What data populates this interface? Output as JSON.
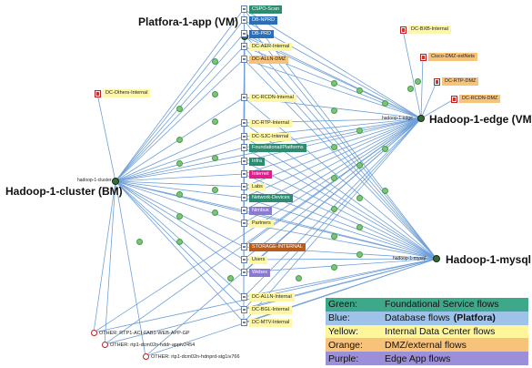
{
  "colors": {
    "edge": "#6f9fd8",
    "green_tag": "#2e8b6f",
    "blue_tag": "#2d6fb6",
    "yellow_tag": "#fff7a8",
    "orange_tag": "#f7c27a",
    "purple_tag": "#8a7ad0",
    "pink_tag": "#e0208a",
    "brown_tag": "#b85c1e"
  },
  "hubs": {
    "cluster": {
      "small": "hadoop-1-cluster",
      "big": "Hadoop-1-cluster (BM)"
    },
    "app": {
      "big": "Platfora-1-app (VM)"
    },
    "edge": {
      "small": "hadoop-1-edge",
      "big": "Hadoop-1-edge (VM)"
    },
    "mysql": {
      "small": "hadoop-1-mysql",
      "big": "Hadoop-1-mysql"
    }
  },
  "nodes": [
    {
      "label": "CSPO-Scan",
      "style": "green"
    },
    {
      "label": "DB-NPRD",
      "style": "blue"
    },
    {
      "label": "DB-PRD",
      "style": "blue"
    },
    {
      "label": "DC-AER-Internal",
      "style": "yellow"
    },
    {
      "label": "DC-ALLN-DMZ",
      "style": "orange"
    },
    {
      "label": "DC-RCDN-Internal",
      "style": "yellow"
    },
    {
      "label": "DC-RTP-Internal",
      "style": "yellow"
    },
    {
      "label": "DC-SJC-Internal",
      "style": "yellow"
    },
    {
      "label": "Foundational/Platforms",
      "style": "green"
    },
    {
      "label": "Infra",
      "style": "green"
    },
    {
      "label": "Internet",
      "style": "pink"
    },
    {
      "label": "Labs",
      "style": "yellow"
    },
    {
      "label": "Network-Devices",
      "style": "green"
    },
    {
      "label": "Nimbus",
      "style": "purple"
    },
    {
      "label": "Partners",
      "style": "yellow"
    },
    {
      "label": "STORAGE-INTERNAL",
      "style": "brown"
    },
    {
      "label": "Users",
      "style": "yellow"
    },
    {
      "label": "Webex",
      "style": "purple"
    },
    {
      "label": "DC-ALLN-Internal",
      "style": "yellow"
    },
    {
      "label": "DC-BGL-Internal",
      "style": "yellow"
    },
    {
      "label": "DC-MTV-Internal",
      "style": "yellow"
    }
  ],
  "externals": [
    {
      "label": "DC-BXB-Internal",
      "style": "yellow"
    },
    {
      "label": "Cisco-DMZ-extNets",
      "style": "orange"
    },
    {
      "label": "DC-RTP-DMZ",
      "style": "orange"
    },
    {
      "label": "DC-RCDN-DMZ",
      "style": "orange"
    },
    {
      "label": "DC-Others-Internal",
      "style": "yellow"
    }
  ],
  "others": [
    {
      "label": "OTHER: RTP1-ACI-FAB1-WEB-APP-GP"
    },
    {
      "label": "OTHER: rtp1-dcm02n-hddr-appiv2454"
    },
    {
      "label": "OTHER: rtp1-dcm02n-hdnprd-stg1iv766"
    }
  ],
  "legend": [
    {
      "key": "Green:",
      "value": "Foundational Service flows",
      "bg": "#3ea88a"
    },
    {
      "key": "Blue:",
      "value": "Database flows",
      "extra": "(Platfora)",
      "bg": "#9fc2e8"
    },
    {
      "key": "Yellow:",
      "value": "Internal Data Center flows",
      "bg": "#fff59a"
    },
    {
      "key": "Orange:",
      "value": "DMZ/external flows",
      "bg": "#f7c27a"
    },
    {
      "key": "Purple:",
      "value": "Edge App flows",
      "bg": "#9a8fd8"
    }
  ]
}
